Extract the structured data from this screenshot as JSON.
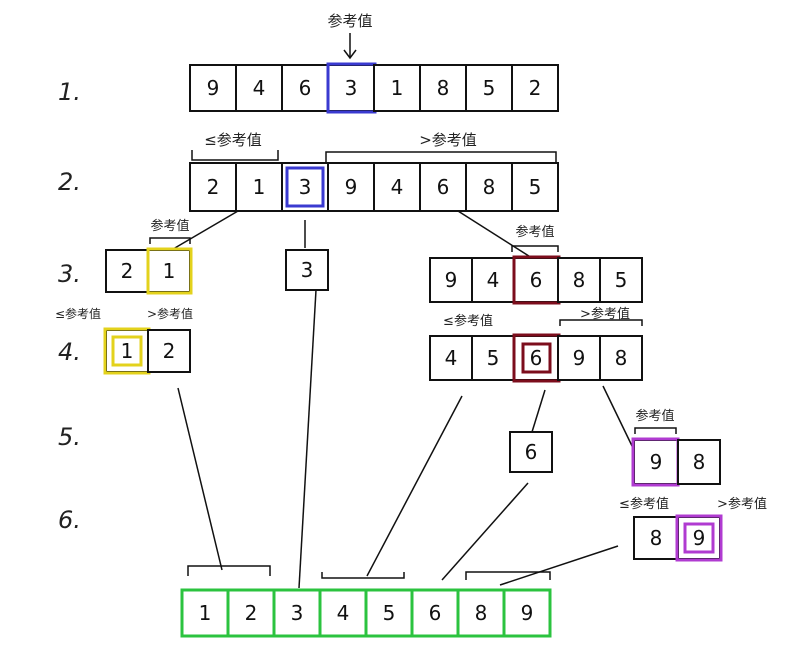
{
  "steps": [
    "1.",
    "2.",
    "3.",
    "4.",
    "5.",
    "6."
  ],
  "pivot_label": "参考值",
  "le_pivot_label": "≤参考值",
  "gt_pivot_label": ">参考值",
  "arrays": {
    "row1": [
      "9",
      "4",
      "6",
      "3",
      "1",
      "8",
      "5",
      "2"
    ],
    "row2": [
      "2",
      "1",
      "3",
      "9",
      "4",
      "6",
      "8",
      "5"
    ],
    "row3_left": [
      "2",
      "1"
    ],
    "row3_mid": [
      "3"
    ],
    "row3_right": [
      "9",
      "4",
      "6",
      "8",
      "5"
    ],
    "row4_left": [
      "1",
      "2"
    ],
    "row4_right": [
      "4",
      "5",
      "6",
      "9",
      "8"
    ],
    "row5_mid": [
      "6"
    ],
    "row5_right": [
      "9",
      "8"
    ],
    "row6_right": [
      "8",
      "9"
    ],
    "final": [
      "1",
      "2",
      "3",
      "4",
      "5",
      "6",
      "8",
      "9"
    ]
  },
  "colors": {
    "blue": "#3a3ad0",
    "yellow": "#e3d21c",
    "red": "#7c0d1c",
    "purple": "#b03bd1",
    "green": "#2bc33f"
  }
}
